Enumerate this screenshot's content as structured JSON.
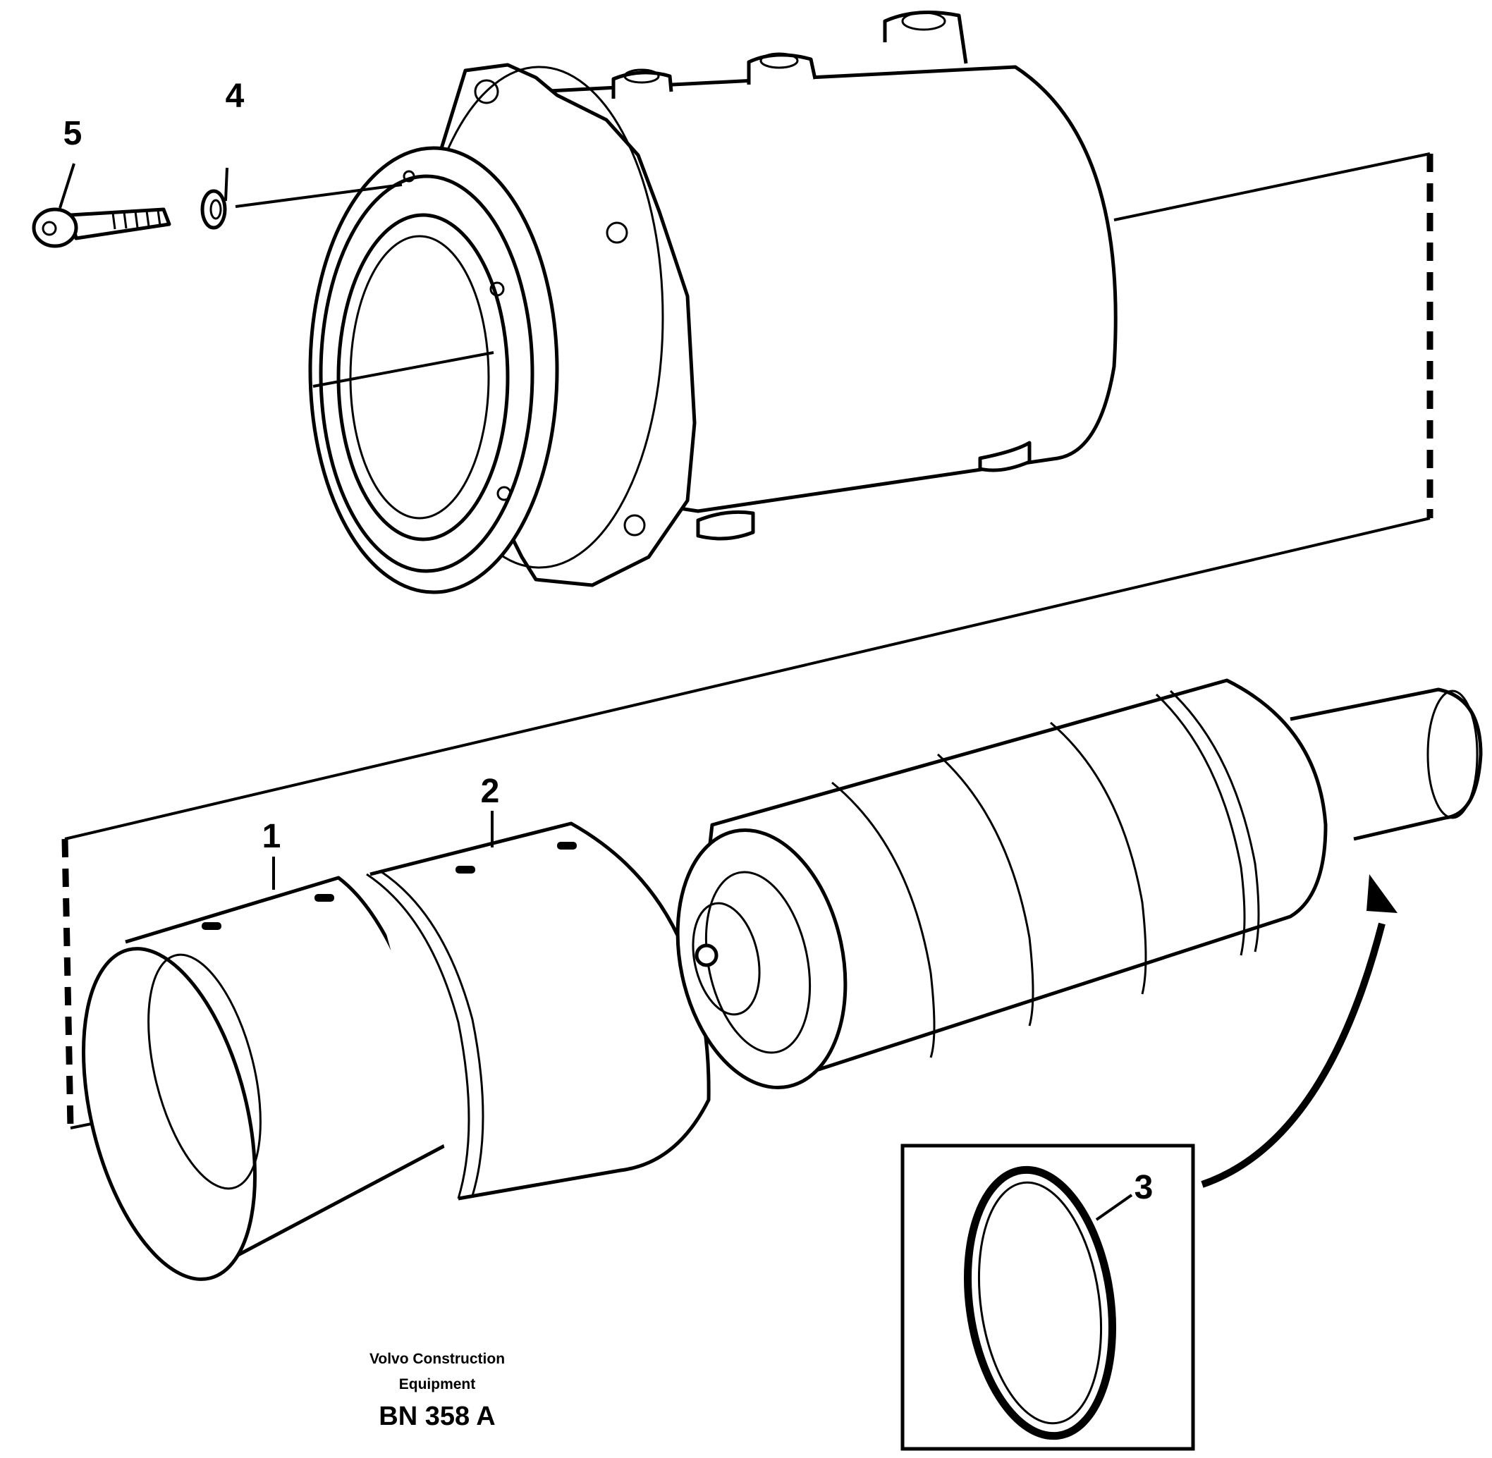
{
  "figure": {
    "ref_code": "BN 358 A",
    "company_line1": "Volvo Construction",
    "company_line2": "Equipment"
  },
  "callouts": [
    {
      "id": "1",
      "label": "1"
    },
    {
      "id": "2",
      "label": "2"
    },
    {
      "id": "3",
      "label": "3"
    },
    {
      "id": "4",
      "label": "4"
    },
    {
      "id": "5",
      "label": "5"
    }
  ]
}
